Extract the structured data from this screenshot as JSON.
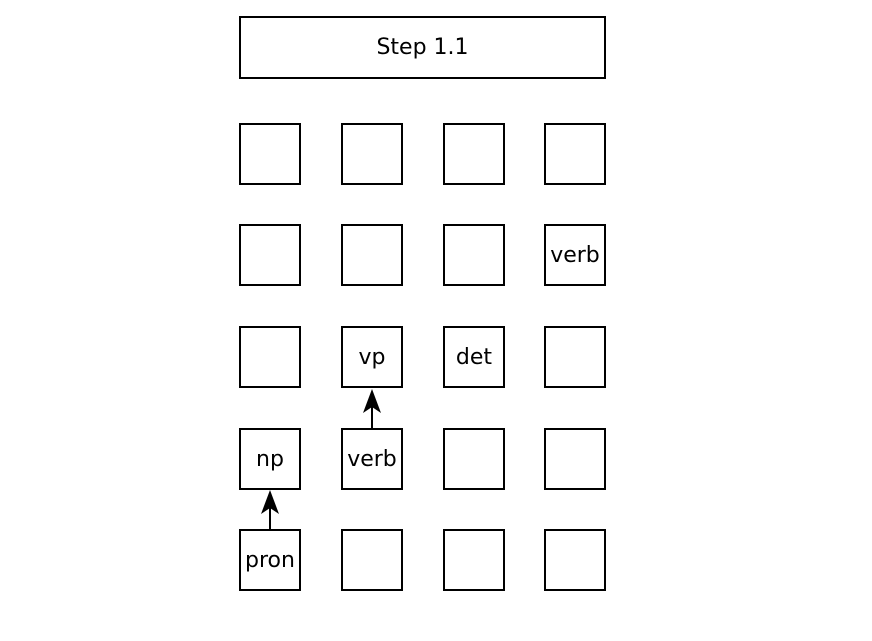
{
  "title": "Step 1.1",
  "grid": {
    "rows": [
      [
        "",
        "",
        "",
        ""
      ],
      [
        "",
        "",
        "",
        "verb"
      ],
      [
        "",
        "vp",
        "det",
        ""
      ],
      [
        "np",
        "verb",
        "",
        ""
      ],
      [
        "pron",
        "",
        "",
        ""
      ]
    ]
  },
  "arrows": [
    {
      "from": [
        4,
        0
      ],
      "to": [
        3,
        0
      ]
    },
    {
      "from": [
        3,
        1
      ],
      "to": [
        2,
        1
      ]
    }
  ]
}
